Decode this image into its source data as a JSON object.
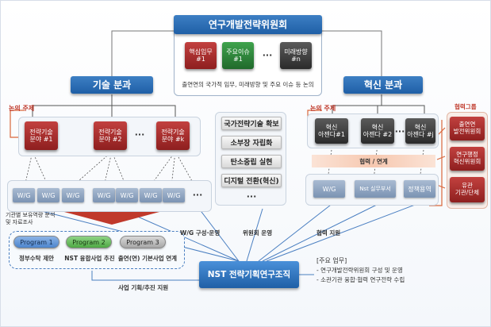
{
  "top": {
    "title": "연구개발전략위원회",
    "items": [
      {
        "label": "핵심임무\n#1"
      },
      {
        "label": "주요이슈\n#1"
      },
      {
        "label": "미래방향\n#n"
      }
    ],
    "ellipsis": "···",
    "caption": "출연연의 국가적 임무, 미래방향 및 주요 이슈 등 논의"
  },
  "left_branch": {
    "title": "기술 분과",
    "discuss_label": "논의 주제",
    "fields": [
      "전략기술\n분야 #1",
      "전략기술\n분야 #2",
      "전략기술\n분야 #k"
    ],
    "ellipsis": "···",
    "wg_label": "W/G",
    "wg_ellipsis": "···",
    "analysis_note": "기관별 보유역량 분석\n및 자료조사"
  },
  "center_column": {
    "items": [
      "국가전략기술 확보",
      "소부장 자립화",
      "탄소중립 실현",
      "디지털 전환(혁신)"
    ],
    "ellipsis": "···"
  },
  "right_branch": {
    "title": "혁신 분과",
    "discuss_label": "논의 주제",
    "agendas": [
      "혁신\n아젠다#1",
      "혁신\n아젠다 #2",
      "혁신\n아젠다 #j"
    ],
    "ellipsis": "···",
    "link_label": "협력 / 연계",
    "wg_label": "W/G",
    "nst_unit": "Nst 실무부서",
    "policy": "정책용역"
  },
  "collab_group": {
    "title": "협력그룹",
    "items": [
      "출연연\n발전위원회",
      "연구행정\n혁신위원회",
      "유관\n기관/단체"
    ]
  },
  "programs": [
    {
      "name": "Program 1",
      "desc": "정부수탁 제안"
    },
    {
      "name": "Program 2",
      "desc": "NST 융합사업 추진"
    },
    {
      "name": "Program 3",
      "desc": "출연(연) 기본사업 연계"
    }
  ],
  "bottom": {
    "nst_title": "NST 전략기획연구조직",
    "label_wg": "W/G 구성·운영",
    "label_committee": "위원회 운영",
    "label_support": "협력 지원",
    "label_plan": "사업 기획/추진 지원",
    "duties_title": "[주요 업무]",
    "duties": [
      "- 연구개발전략위원회 구성 및 운영",
      "- 소관기관 융합·협력 연구전략 수립"
    ]
  },
  "colors": {
    "blue_header": "#1f5fa6",
    "dark_box": "#2b2b2b",
    "red_box": "#8e1f1f",
    "green_box": "#216a2c",
    "orange_line": "#d9663a",
    "wg_box": "#7b93b3"
  }
}
